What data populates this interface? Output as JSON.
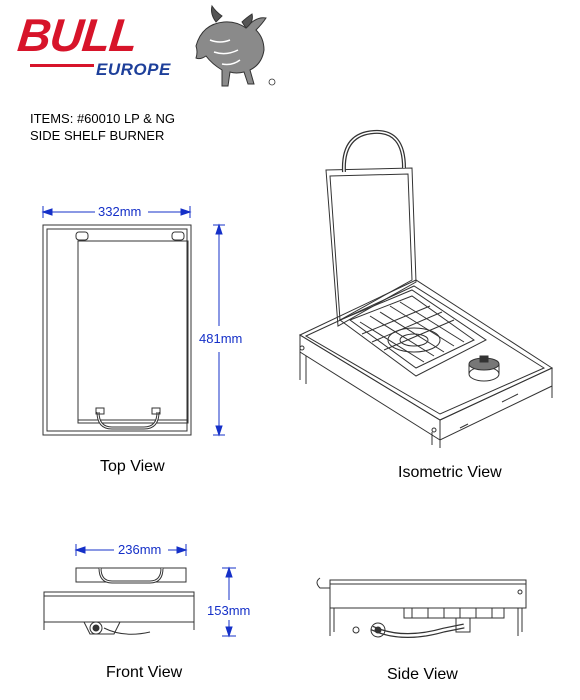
{
  "brand": {
    "name": "BULL",
    "region": "EUROPE",
    "logo_icon": "bull-icon"
  },
  "product": {
    "items_line": "ITEMS: #60010 LP & NG",
    "title_line": "SIDE SHELF BURNER"
  },
  "views": {
    "top": {
      "caption": "Top View",
      "width": "332mm",
      "depth": "481mm"
    },
    "isometric": {
      "caption": "Isometric View"
    },
    "front": {
      "caption": "Front View",
      "width": "236mm",
      "height": "153mm"
    },
    "side": {
      "caption": "Side View"
    }
  },
  "colors": {
    "brand_red": "#d7142a",
    "brand_blue": "#1d3f9a",
    "dimension_blue": "#1530c8"
  }
}
